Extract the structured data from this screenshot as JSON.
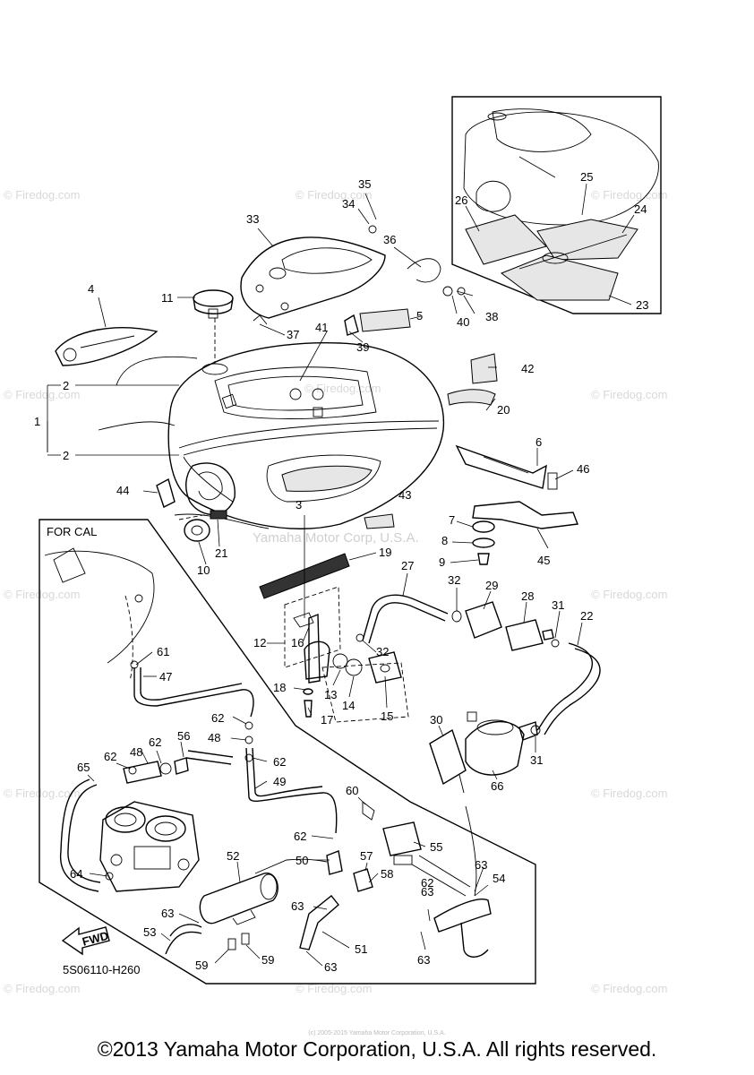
{
  "diagram_code": "5S06110-H260",
  "for_cal_label": "FOR CAL",
  "fwd_label": "FWD",
  "copyright": "©2013 Yamaha Motor Corporation, U.S.A. All rights reserved.",
  "fine_print": "(c) 2005-2015 Yamaha Motor Corporation, U.S.A.",
  "watermarks": {
    "firedog": "© Firedog.com",
    "yamaha": "Yamaha Motor Corp, U.S.A."
  },
  "callouts": {
    "c1": "1",
    "c2a": "2",
    "c2b": "2",
    "c3": "3",
    "c4": "4",
    "c5": "5",
    "c6": "6",
    "c7": "7",
    "c8": "8",
    "c9": "9",
    "c10": "10",
    "c11": "11",
    "c12": "12",
    "c13": "13",
    "c14": "14",
    "c15": "15",
    "c16": "16",
    "c17": "17",
    "c18": "18",
    "c19": "19",
    "c20": "20",
    "c21": "21",
    "c22": "22",
    "c23": "23",
    "c24": "24",
    "c25": "25",
    "c26": "26",
    "c27": "27",
    "c28": "28",
    "c29": "29",
    "c30": "30",
    "c31a": "31",
    "c31b": "31",
    "c32a": "32",
    "c32b": "32",
    "c33": "33",
    "c34": "34",
    "c35": "35",
    "c36": "36",
    "c37": "37",
    "c38": "38",
    "c39": "39",
    "c40": "40",
    "c41": "41",
    "c42": "42",
    "c43": "43",
    "c44": "44",
    "c45": "45",
    "c46": "46",
    "c47": "47",
    "c48a": "48",
    "c48b": "48",
    "c49": "49",
    "c50": "50",
    "c51": "51",
    "c52": "52",
    "c53": "53",
    "c54": "54",
    "c55": "55",
    "c56": "56",
    "c57": "57",
    "c58": "58",
    "c59a": "59",
    "c59b": "59",
    "c60": "60",
    "c61": "61",
    "c62a": "62",
    "c62b": "62",
    "c62c": "62",
    "c62d": "62",
    "c62e": "62",
    "c62f": "62",
    "c63a": "63",
    "c63b": "63",
    "c63c": "63",
    "c63d": "63",
    "c63e": "63",
    "c63f": "63",
    "c64": "64",
    "c65": "65",
    "c66": "66"
  }
}
